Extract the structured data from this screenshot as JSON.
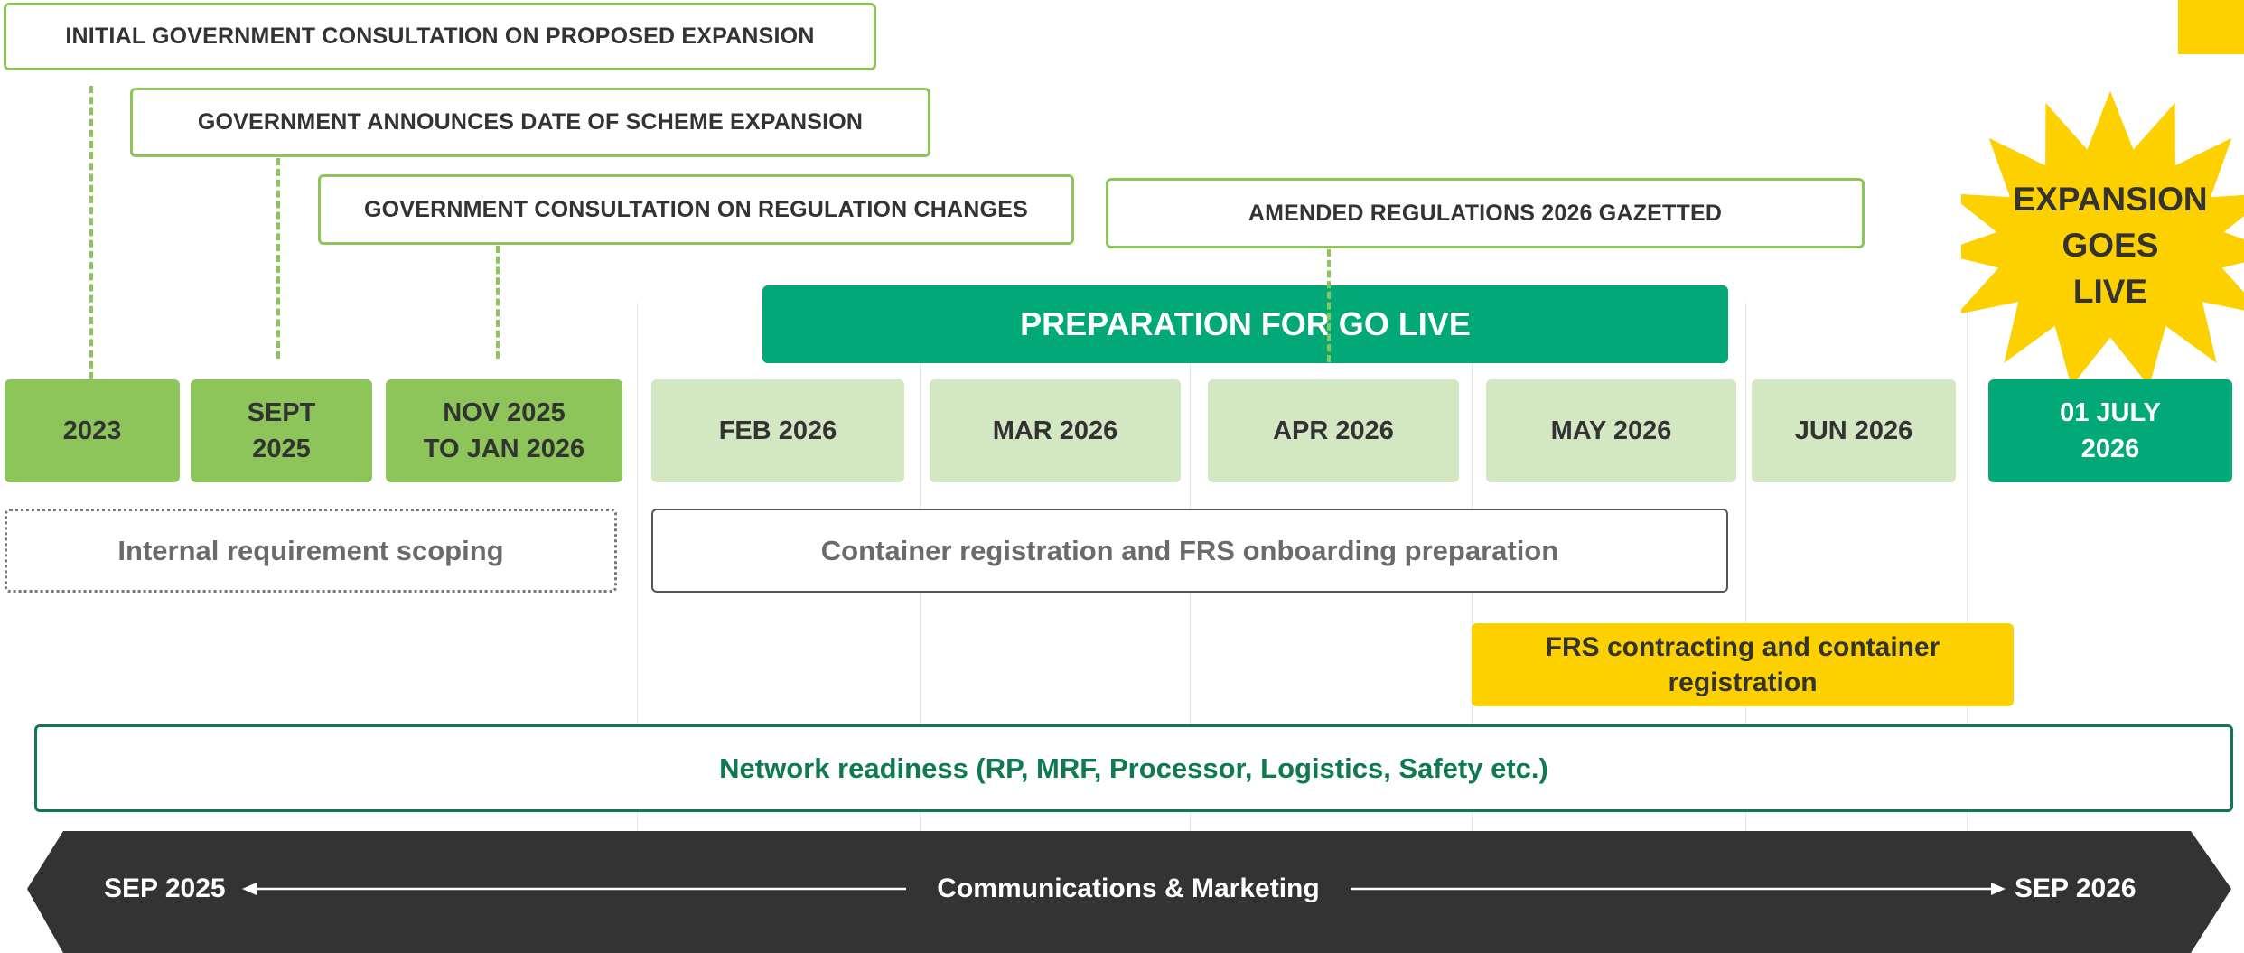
{
  "annotations": {
    "initial_consultation": "INITIAL GOVERNMENT CONSULTATION ON PROPOSED EXPANSION",
    "announces_date": "GOVERNMENT ANNOUNCES DATE OF SCHEME EXPANSION",
    "regulation_consultation": "GOVERNMENT CONSULTATION ON REGULATION CHANGES",
    "regulations_gazetted": "AMENDED REGULATIONS 2026 GAZETTED"
  },
  "preparation_bar": "PREPARATION FOR GO LIVE",
  "expansion_badge": {
    "line1": "EXPANSION",
    "line2": "GOES",
    "line3": "LIVE"
  },
  "milestones": [
    {
      "line1": "2023",
      "line2": ""
    },
    {
      "line1": "SEPT",
      "line2": "2025"
    },
    {
      "line1": "NOV 2025",
      "line2": "TO JAN 2026"
    },
    {
      "line1": "FEB 2026",
      "line2": ""
    },
    {
      "line1": "MAR 2026",
      "line2": ""
    },
    {
      "line1": "APR 2026",
      "line2": ""
    },
    {
      "line1": "MAY 2026",
      "line2": ""
    },
    {
      "line1": "JUN 2026",
      "line2": ""
    },
    {
      "line1": "01 JULY",
      "line2": "2026"
    }
  ],
  "workstreams": {
    "internal_scoping": "Internal requirement scoping",
    "container_registration": "Container registration and FRS onboarding preparation",
    "frs_contracting_line1": "FRS contracting and container",
    "frs_contracting_line2": "registration",
    "network_readiness": "Network readiness (RP, MRF, Processor, Logistics, Safety etc.)"
  },
  "communications": {
    "start": "SEP 2025",
    "label": "Communications & Marketing",
    "end": "SEP 2026"
  },
  "colors": {
    "green": "#8dc55b",
    "light_green": "#d3e7c2",
    "teal": "#03a877",
    "yellow": "#fdd000",
    "dark": "#333333",
    "network_text": "#0f7a50"
  }
}
